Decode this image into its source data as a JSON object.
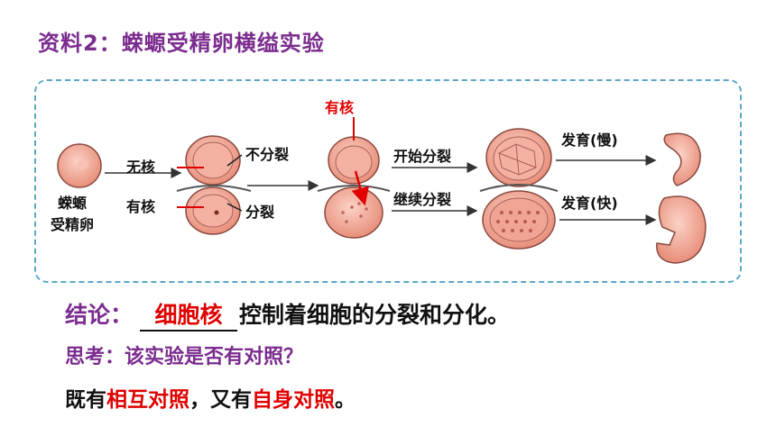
{
  "title": "资料2：蝾螈受精卵横缢实验",
  "labels": {
    "egg_line1": "蝾螈",
    "egg_line2": "受精卵",
    "no_nucleus": "无核",
    "has_nucleus_left": "有核",
    "no_divide": "不分裂",
    "divide": "分裂",
    "has_nucleus_top": "有核",
    "start_divide": "开始分裂",
    "continue_divide": "继续分裂",
    "develop_slow": "发育(慢)",
    "develop_fast": "发育(快)"
  },
  "conclusion": {
    "head": "结论：",
    "answer": "细胞核",
    "rest": "控制着细胞的分裂和分化。"
  },
  "think": "思考：该实验是否有对照？",
  "answer_line": {
    "p1": "既有",
    "r1": "相互对照",
    "p2": "，又有",
    "r2": "自身对照",
    "p3": "。"
  },
  "colors": {
    "title": "#7b2c8f",
    "highlight": "#e00000",
    "border": "#5aa7c9",
    "cell": "#f2a896"
  }
}
